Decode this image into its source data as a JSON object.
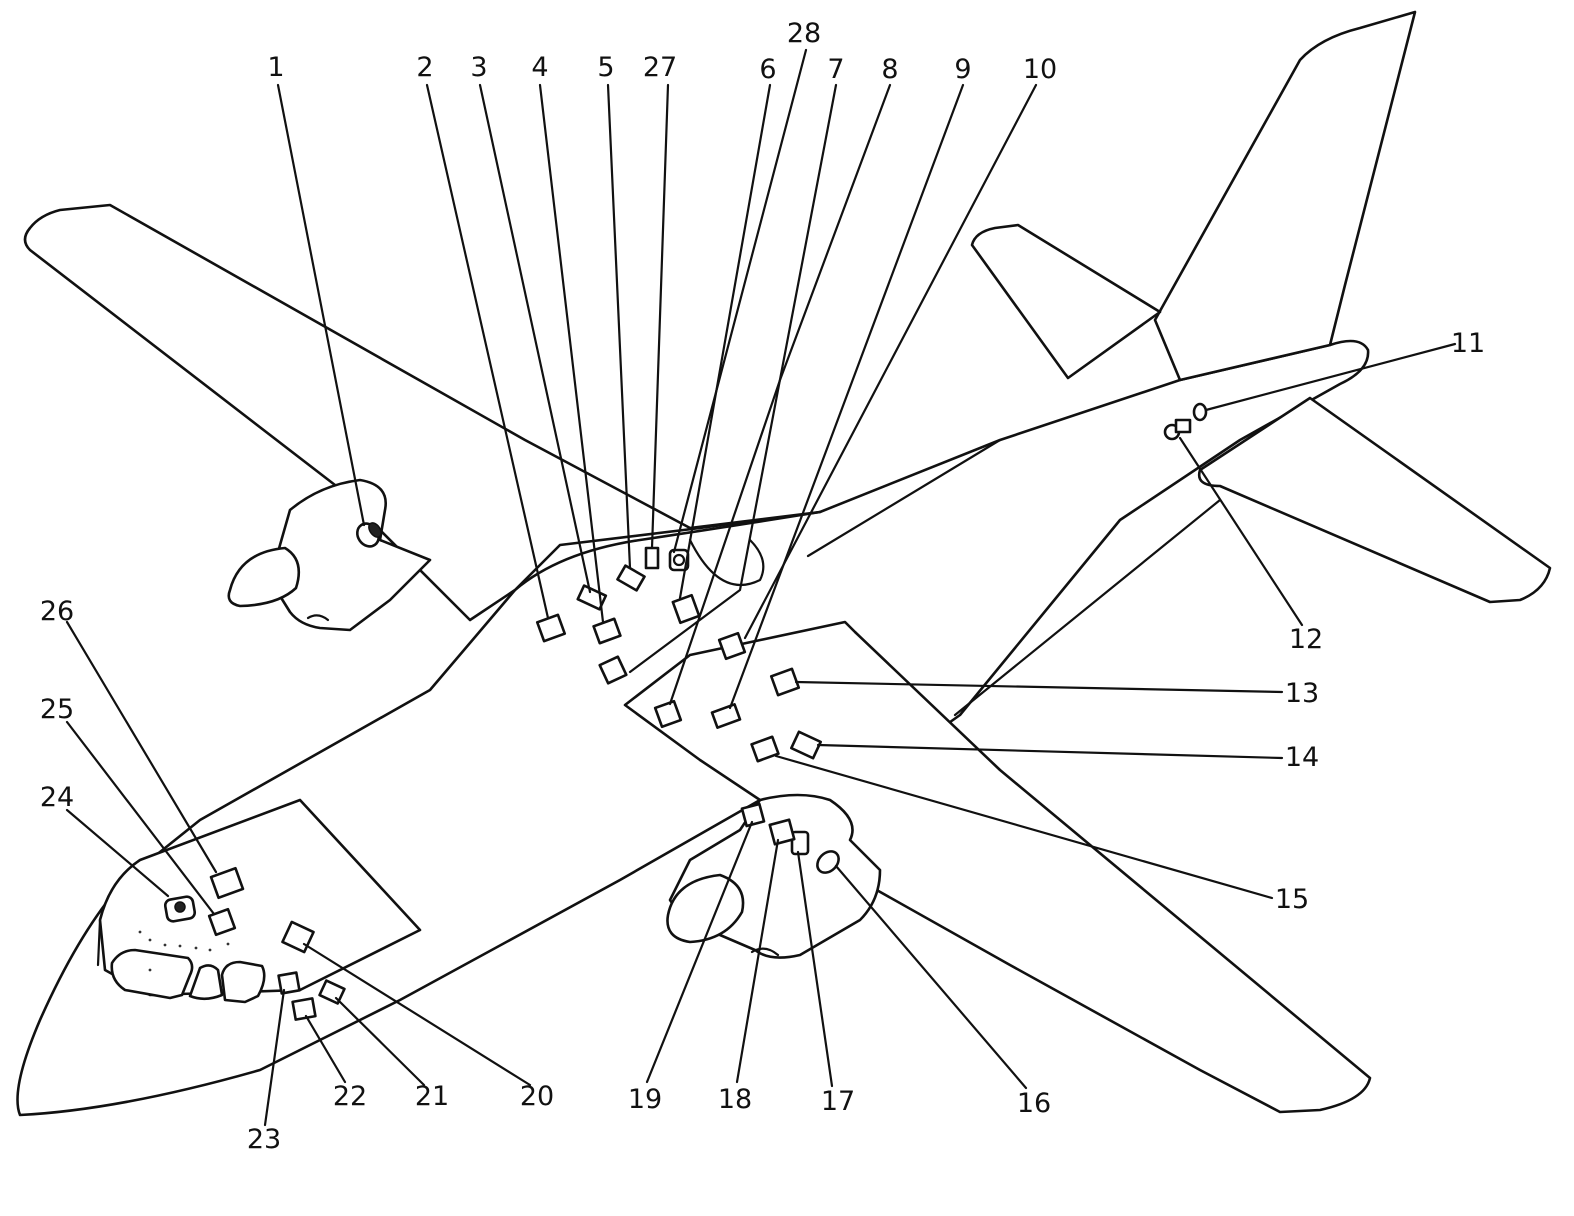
{
  "diagram": {
    "subject": "aircraft",
    "callouts": [
      "1",
      "2",
      "3",
      "4",
      "5",
      "27",
      "28",
      "6",
      "7",
      "8",
      "9",
      "10",
      "11",
      "12",
      "13",
      "14",
      "15",
      "16",
      "17",
      "18",
      "19",
      "20",
      "21",
      "22",
      "23",
      "24",
      "25",
      "26"
    ]
  },
  "colors": {
    "ink": "#111111",
    "paper": "#ffffff"
  }
}
